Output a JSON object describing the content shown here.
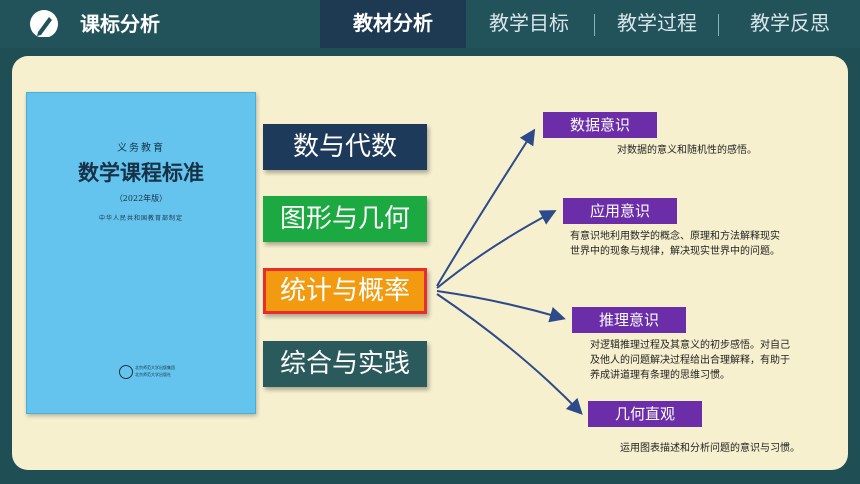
{
  "header": {
    "title": "课标分析",
    "tabs": [
      {
        "label": "教材分析",
        "active": true
      },
      {
        "label": "教学目标",
        "active": false
      },
      {
        "label": "教学过程",
        "active": false
      },
      {
        "label": "教学反思",
        "active": false
      }
    ]
  },
  "book": {
    "subtitle": "义务教育",
    "title": "数学课程标准",
    "edition": "（2022年版）",
    "author": "中华人民共和国教育部制定",
    "publisher_line1": "北京师范大学出版集团",
    "publisher_line2": "北京师范大学出版社"
  },
  "categories": [
    "数与代数",
    "图形与几何",
    "统计与概率",
    "综合与实践"
  ],
  "concepts": [
    {
      "label": "数据意识",
      "desc": "对数据的意义和随机性的感悟。"
    },
    {
      "label": "应用意识",
      "desc_lines": [
        "有意识地利用数学的概念、原理和方法解释现实",
        "世界中的现象与规律，解决现实世界中的问题。"
      ]
    },
    {
      "label": "推理意识",
      "desc_lines": [
        "对逻辑推理过程及其意义的初步感悟。对自己",
        "及他人的问题解决过程给出合理解释，有助于",
        "养成讲道理有条理的思维习惯。"
      ]
    },
    {
      "label": "几何直观",
      "desc": "运用图表描述和分析问题的意识与习惯。"
    }
  ],
  "colors": {
    "accent_purple": "#6b2ea8",
    "arrow": "#2d4a8a",
    "highlight": "#f29a10"
  }
}
